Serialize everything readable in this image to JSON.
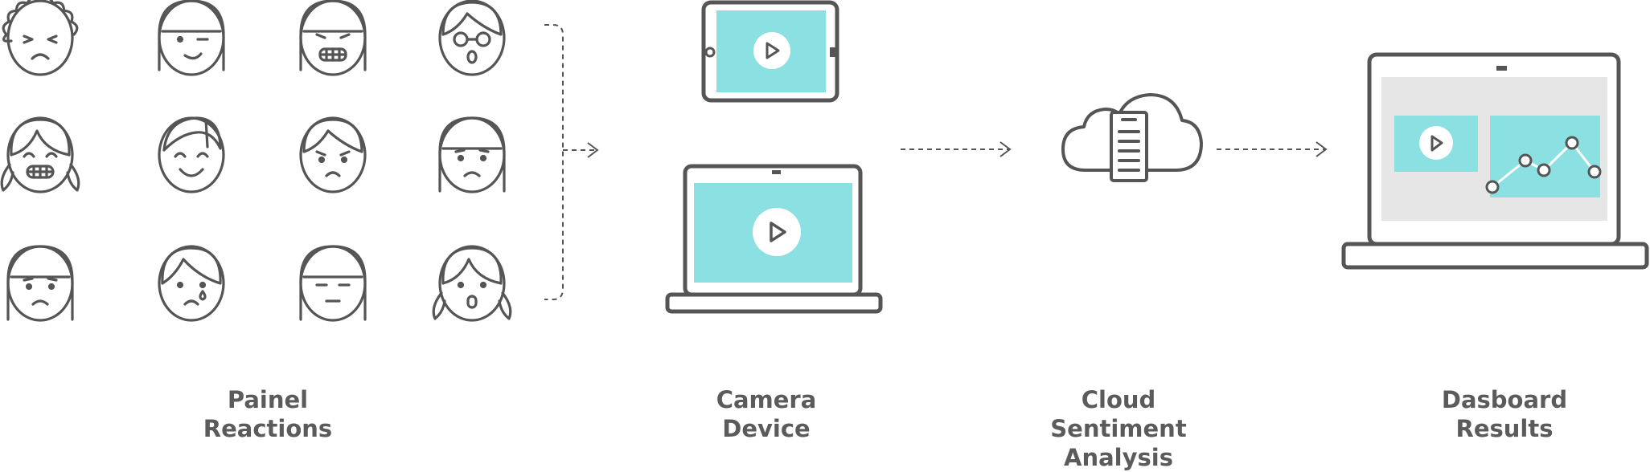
{
  "colors": {
    "stroke": "#555555",
    "screen": "#8be0e2",
    "panel": "#e6e6e6",
    "text": "#5b5b5b"
  },
  "faces": [
    {
      "expr": "disgust",
      "hair": "curly"
    },
    {
      "expr": "wink-tongue",
      "hair": "bob"
    },
    {
      "expr": "grimace",
      "hair": "bob"
    },
    {
      "expr": "surprise-glasses",
      "hair": "short"
    },
    {
      "expr": "grin",
      "hair": "pigtails"
    },
    {
      "expr": "happy",
      "hair": "swoop"
    },
    {
      "expr": "angry",
      "hair": "short"
    },
    {
      "expr": "sad",
      "hair": "long"
    },
    {
      "expr": "sad",
      "hair": "long"
    },
    {
      "expr": "crying",
      "hair": "side"
    },
    {
      "expr": "meh",
      "hair": "long"
    },
    {
      "expr": "shocked",
      "hair": "pigtails"
    }
  ],
  "steps": [
    {
      "id": "panel",
      "lines": [
        "Painel",
        "Reactions"
      ]
    },
    {
      "id": "camera",
      "lines": [
        "Camera",
        "Device"
      ]
    },
    {
      "id": "cloud",
      "lines": [
        "Cloud",
        "Sentiment",
        "Analysis"
      ]
    },
    {
      "id": "dashboard",
      "lines": [
        "Dasboard",
        "Results"
      ]
    }
  ],
  "icons": {
    "tablet": "tablet-icon",
    "laptop": "laptop-icon",
    "cloud": "cloud-server-icon",
    "dashboard": "dashboard-laptop-icon",
    "play": "play-icon"
  }
}
